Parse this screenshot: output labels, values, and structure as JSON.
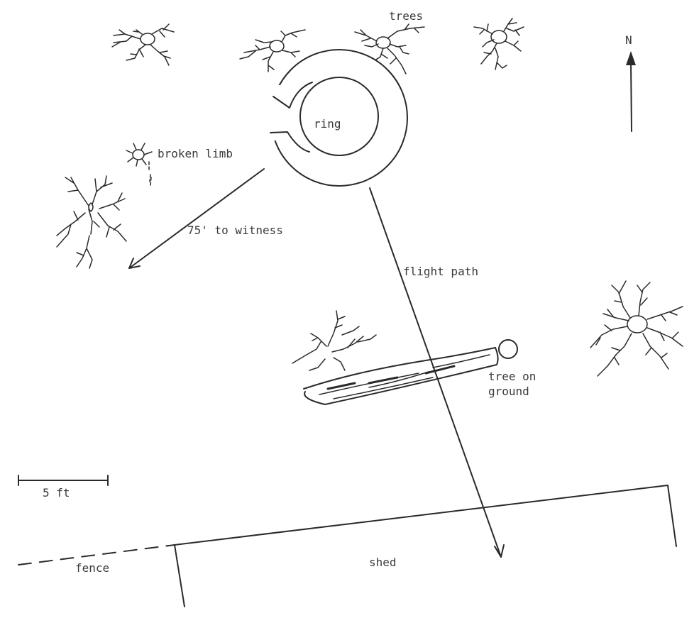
{
  "labels": {
    "trees": "trees",
    "north": "N",
    "ring": "ring",
    "broken_limb": "broken limb",
    "to_witness": "75' to witness",
    "flight_path": "flight path",
    "tree_on_ground_line1": "tree on",
    "tree_on_ground_line2": "ground",
    "scale": "5 ft",
    "fence": "fence",
    "shed": "shed"
  },
  "colors": {
    "ink": "#2a2a2a",
    "text": "#3a3a3a",
    "paper": "#ffffff"
  }
}
